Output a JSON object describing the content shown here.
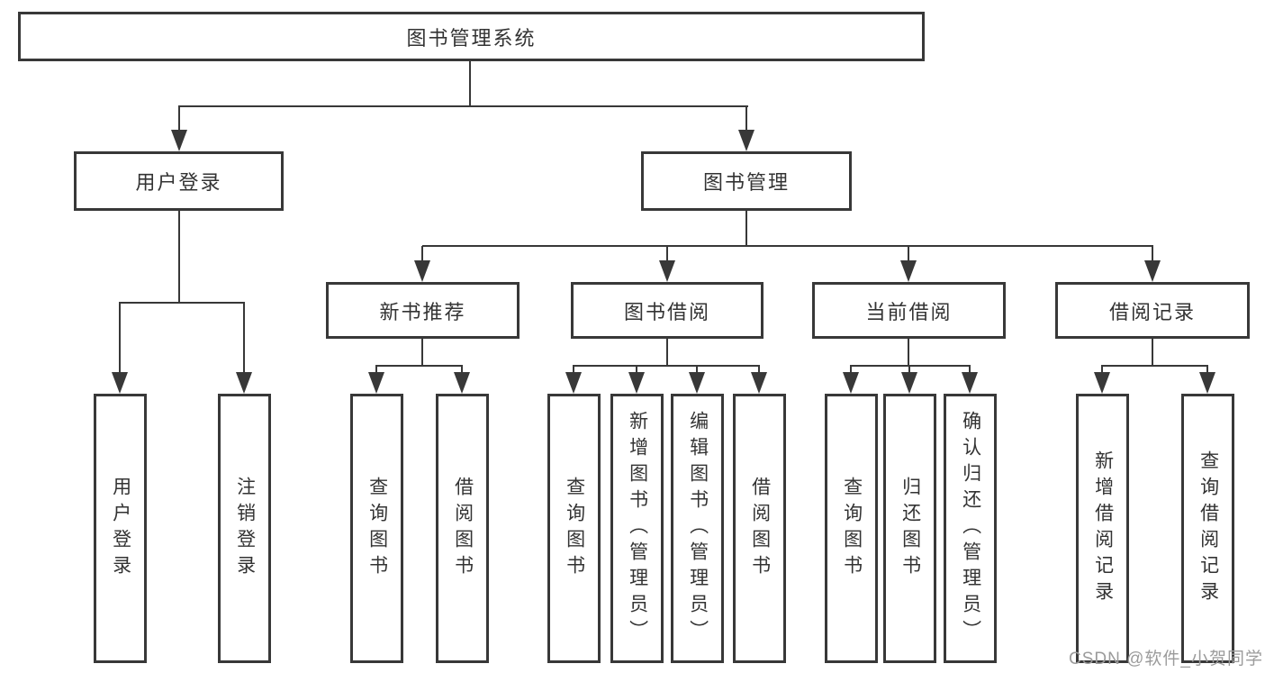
{
  "colors": {
    "line": "#383838",
    "text": "#333333",
    "background": "#ffffff",
    "watermark": "#9b9b9b"
  },
  "diagram": {
    "title": "图书管理系统",
    "branches": [
      {
        "label": "用户登录",
        "leaves": [
          "用户登录",
          "注销登录"
        ]
      },
      {
        "label": "图书管理",
        "groups": [
          {
            "label": "新书推荐",
            "leaves": [
              "查询图书",
              "借阅图书"
            ]
          },
          {
            "label": "图书借阅",
            "leaves": [
              "查询图书",
              "新增图书（管理员）",
              "编辑图书（管理员）",
              "借阅图书"
            ]
          },
          {
            "label": "当前借阅",
            "leaves": [
              "查询图书",
              "归还图书",
              "确认归还（管理员）"
            ]
          },
          {
            "label": "借阅记录",
            "leaves": [
              "新增借阅记录",
              "查询借阅记录"
            ]
          }
        ]
      }
    ]
  },
  "watermark": "CSDN @软件_小贺同学"
}
